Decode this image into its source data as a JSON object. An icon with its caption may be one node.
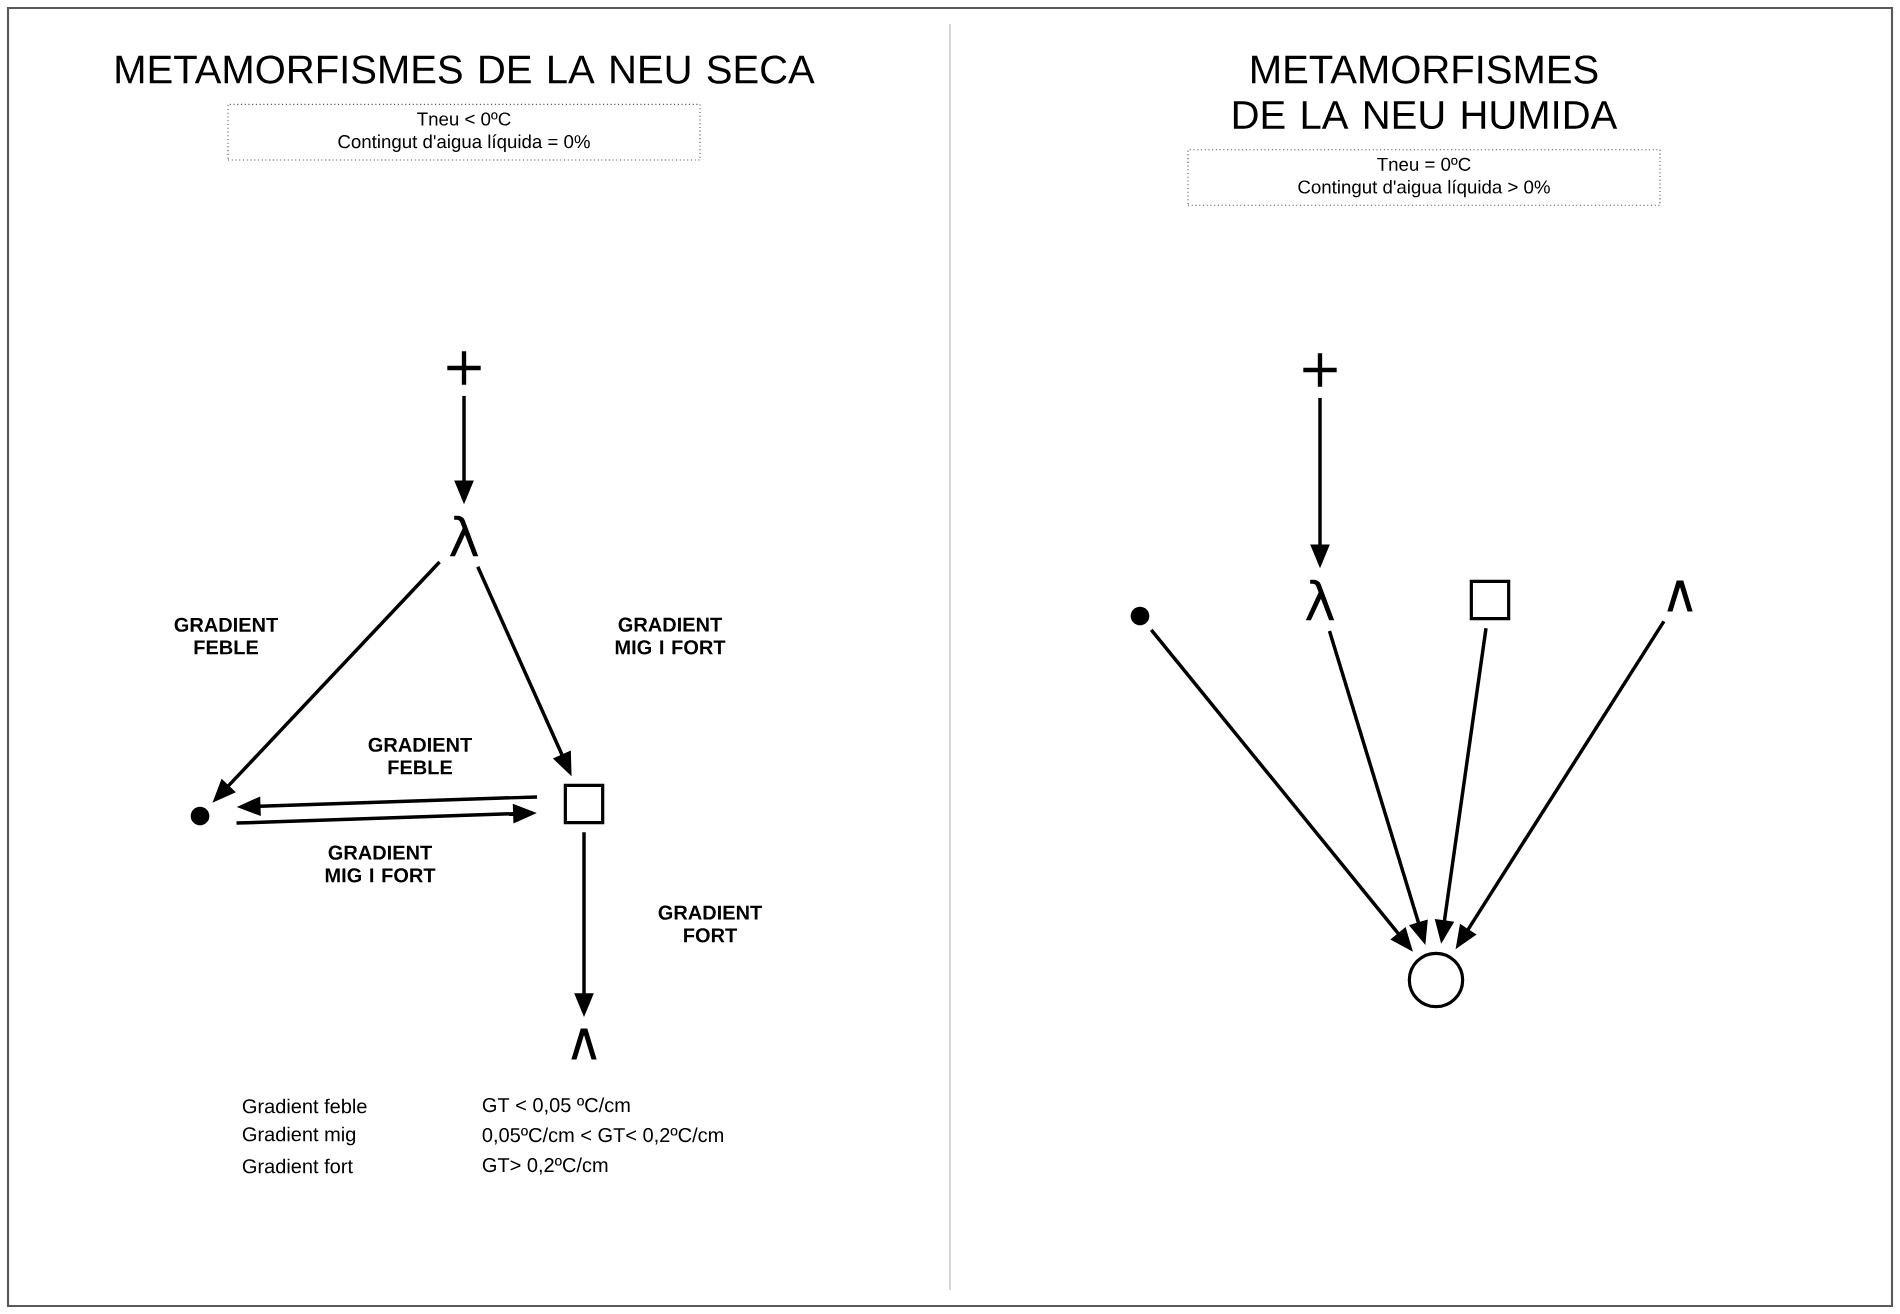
{
  "diagram": {
    "nodes": [
      {
        "text": [
          "METAMORFISMES DE LA NEU SECA",
          "Tneu < 0ºC",
          "Contingut d'aigua líquida = 0%"
        ]
      },
      {
        "text": [
          "+"
        ]
      },
      {
        "text": [
          "λ"
        ]
      },
      {
        "text": [],
        "shape": "circle"
      },
      {
        "text": [],
        "shape": "box"
      },
      {
        "text": [
          "∧"
        ]
      },
      {
        "text": [
          "METAMORFISMES DE LA NEU HUMIDA",
          "Tneu = 0ºC",
          "Contingut d'aigua líquida > 0%"
        ]
      },
      {
        "text": [
          "+"
        ]
      },
      {
        "text": [],
        "shape": "circle"
      },
      {
        "text": [
          "λ"
        ]
      },
      {
        "text": [],
        "shape": "box"
      },
      {
        "text": [
          "∧"
        ]
      },
      {
        "text": [],
        "shape": "circle"
      }
    ],
    "edges": [
      {
        "from": 1,
        "to": 2,
        "arrow": "to"
      },
      {
        "from": 2,
        "to": 3,
        "arrow": "to",
        "label": "GRADIENT FEBLE"
      },
      {
        "from": 2,
        "to": 4,
        "arrow": "to",
        "label": "GRADIENT MIG I FORT"
      },
      {
        "from": 4,
        "to": 3,
        "arrow": "to",
        "label": "GRADIENT FEBLE"
      },
      {
        "from": 3,
        "to": 4,
        "arrow": "to",
        "label": "GRADIENT MIG I FORT"
      },
      {
        "from": 4,
        "to": 5,
        "arrow": "to",
        "label": "GRADIENT FORT"
      },
      {
        "from": 7,
        "to": 9,
        "arrow": "to"
      },
      {
        "from": 8,
        "to": 12,
        "arrow": "to"
      },
      {
        "from": 9,
        "to": 12,
        "arrow": "to"
      },
      {
        "from": 10,
        "to": 12,
        "arrow": "to"
      },
      {
        "from": 11,
        "to": 12,
        "arrow": "to"
      }
    ],
    "labels": [
      "Gradient feble",
      "GT < 0,05 ºC/cm",
      "Gradient mig",
      "0,05ºC/cm < GT< 0,2ºC/cm",
      "Gradient fort",
      "GT> 0,2ºC/cm"
    ]
  }
}
